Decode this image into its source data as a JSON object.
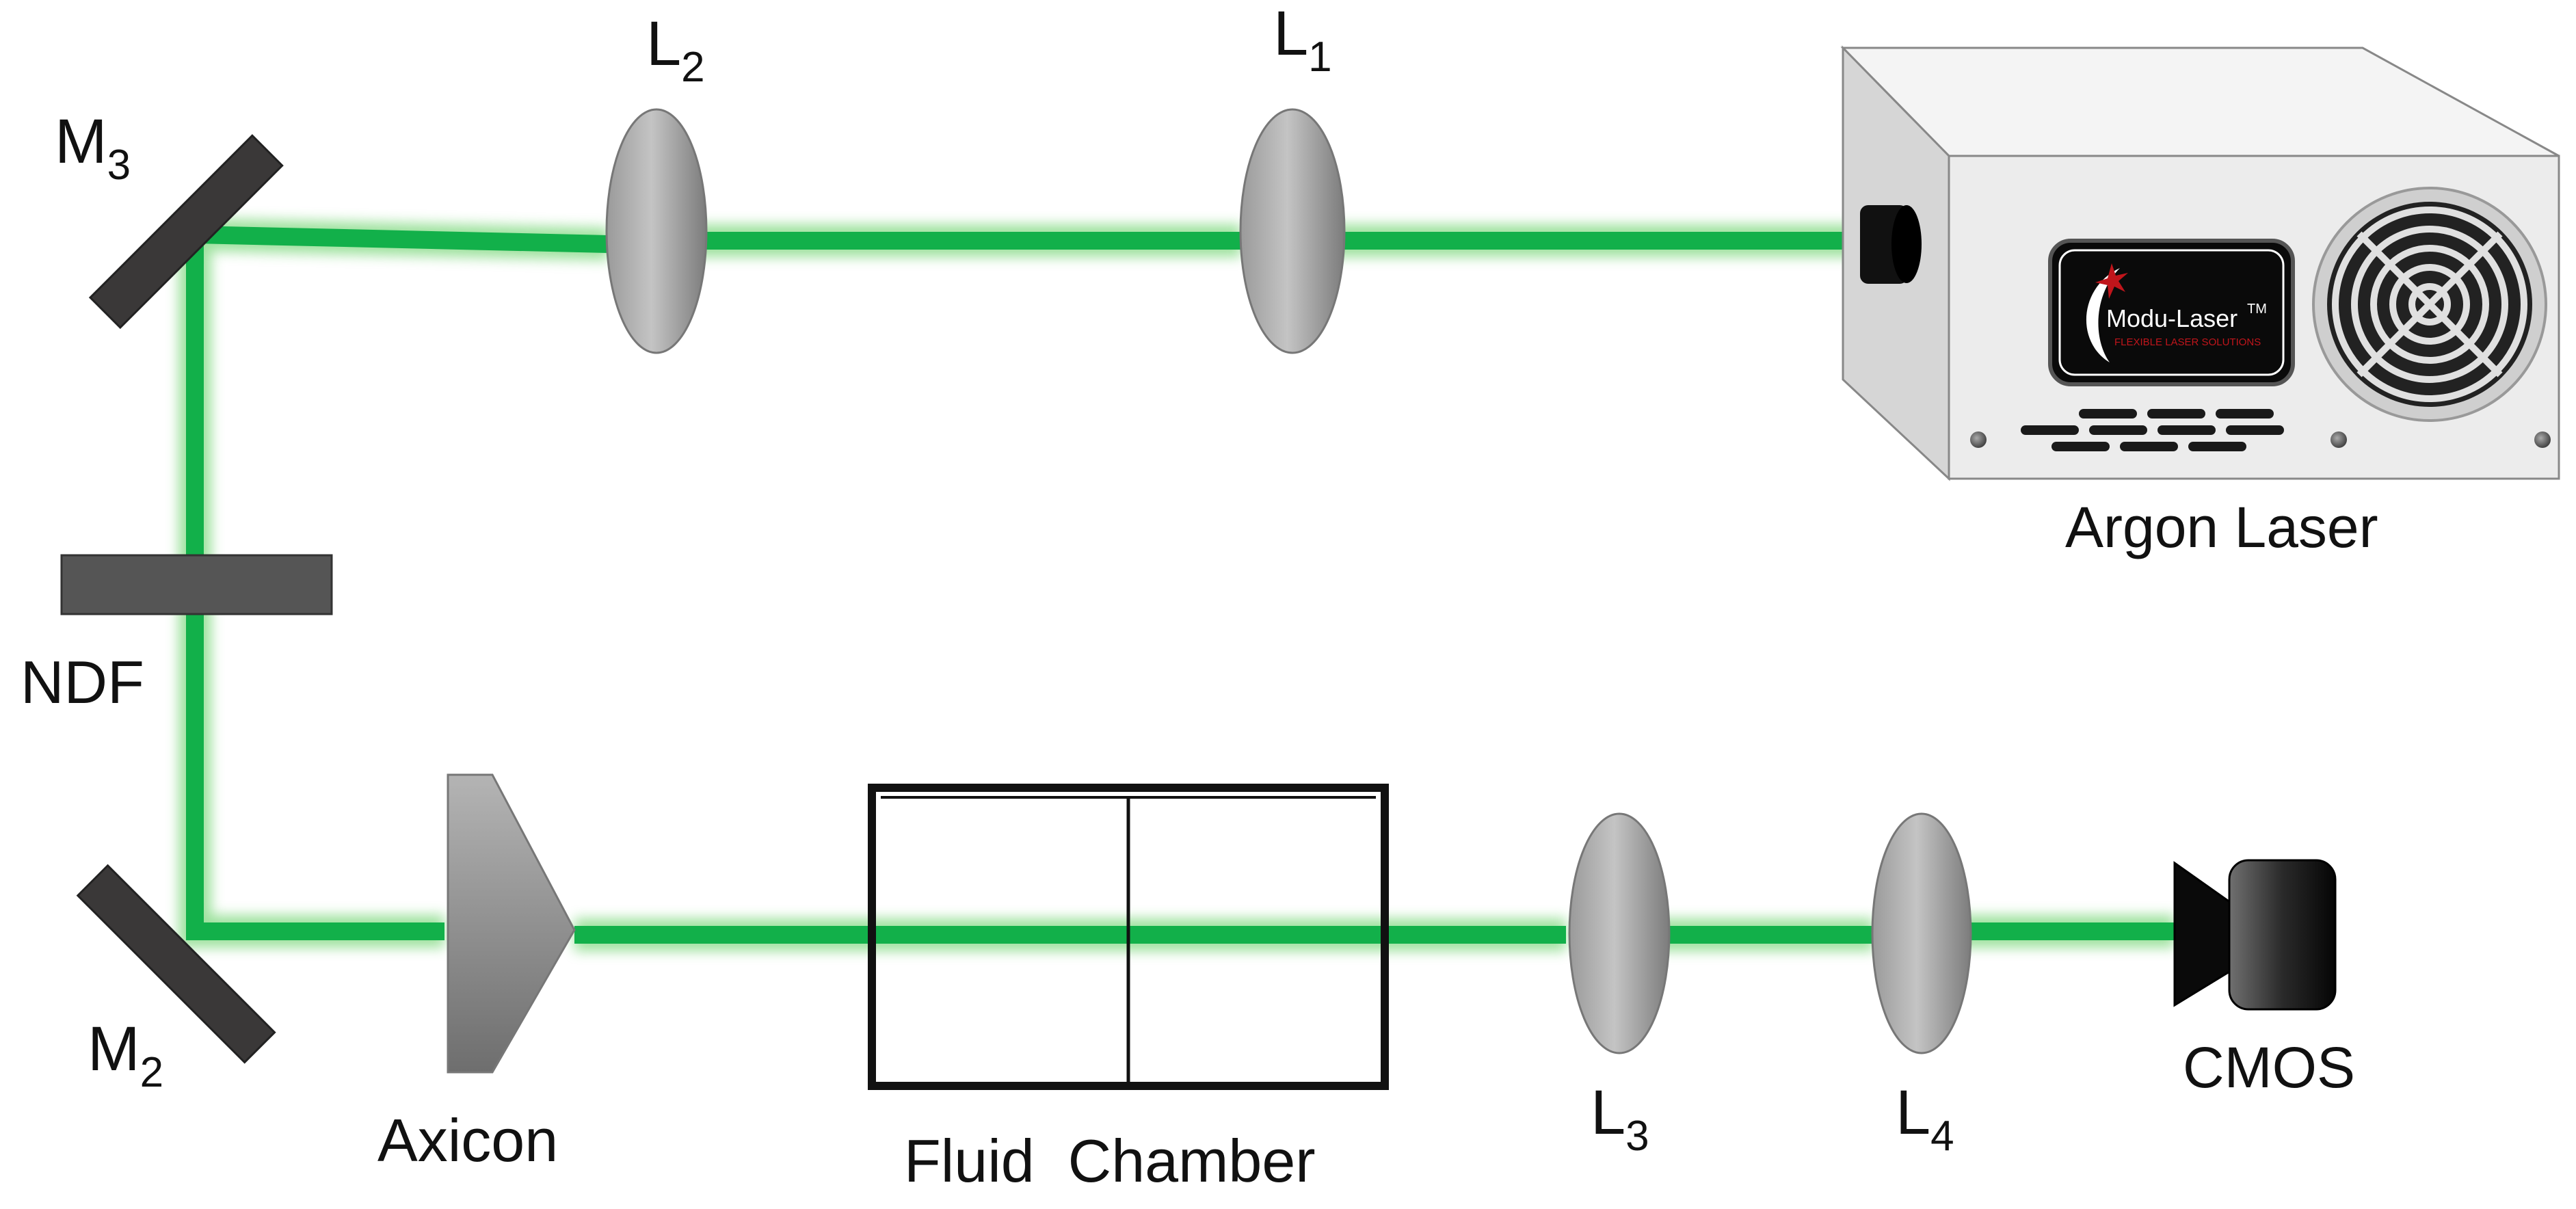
{
  "colors": {
    "beam": "#12b04a",
    "beam_glow": "#8fe08f",
    "mirror": "#3a3838",
    "filter": "#555555",
    "lens_dark": "#8a8a8a",
    "lens_light": "#d9d9d9",
    "laser_box_front": "#ececec",
    "laser_box_side": "#d6d6d6",
    "logo_bg": "#0a0a0a",
    "logo_accent": "#c0151b"
  },
  "labels": {
    "m3": {
      "main": "M",
      "sub": "3"
    },
    "l2": {
      "main": "L",
      "sub": "2"
    },
    "l1": {
      "main": "L",
      "sub": "1"
    },
    "ndf": "NDF",
    "m2": {
      "main": "M",
      "sub": "2"
    },
    "axicon": "Axicon",
    "fluid_chamber": "Fluid  Chamber",
    "l3": {
      "main": "L",
      "sub": "3"
    },
    "l4": {
      "main": "L",
      "sub": "4"
    },
    "cmos": "CMOS",
    "argon_laser": "Argon Laser"
  },
  "laser_logo": {
    "brand": "Modu-Laser",
    "trademark": "TM",
    "tagline": "FLEXIBLE LASER SOLUTIONS"
  },
  "icons": {
    "fan": "fan-grille-icon",
    "camera": "camera-icon"
  }
}
